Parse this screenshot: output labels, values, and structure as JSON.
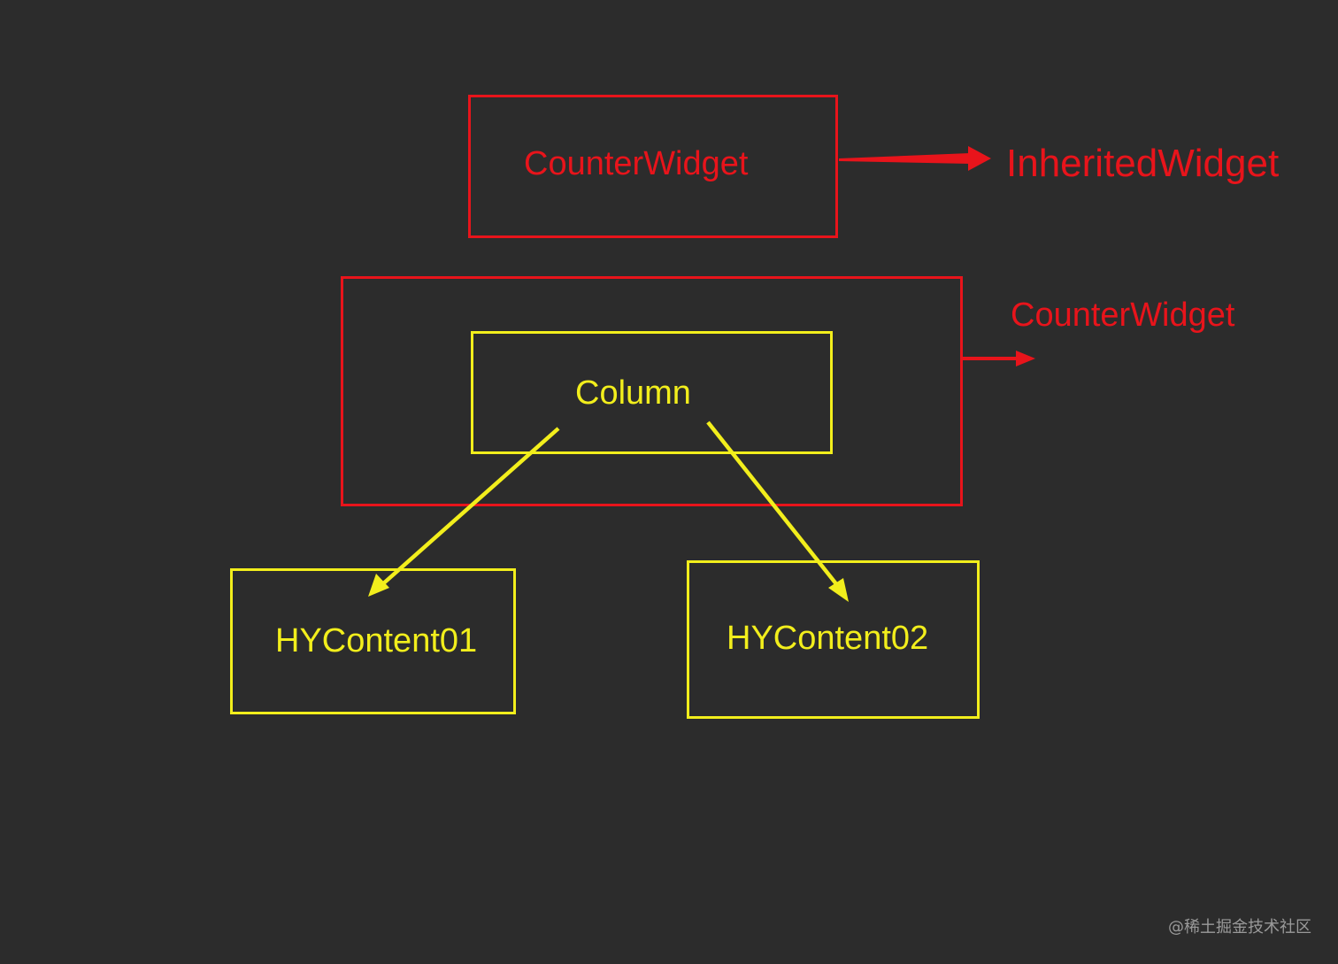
{
  "diagram": {
    "nodes": {
      "counter_widget_top": "CounterWidget",
      "inherited_widget": "InheritedWidget",
      "counter_widget_side": "CounterWidget",
      "column": "Column",
      "hycontent01": "HYContent01",
      "hycontent02": "HYContent02"
    },
    "colors": {
      "background": "#2c2c2c",
      "red": "#e8141b",
      "yellow": "#f2ee1c"
    }
  },
  "watermark": "@稀土掘金技术社区"
}
